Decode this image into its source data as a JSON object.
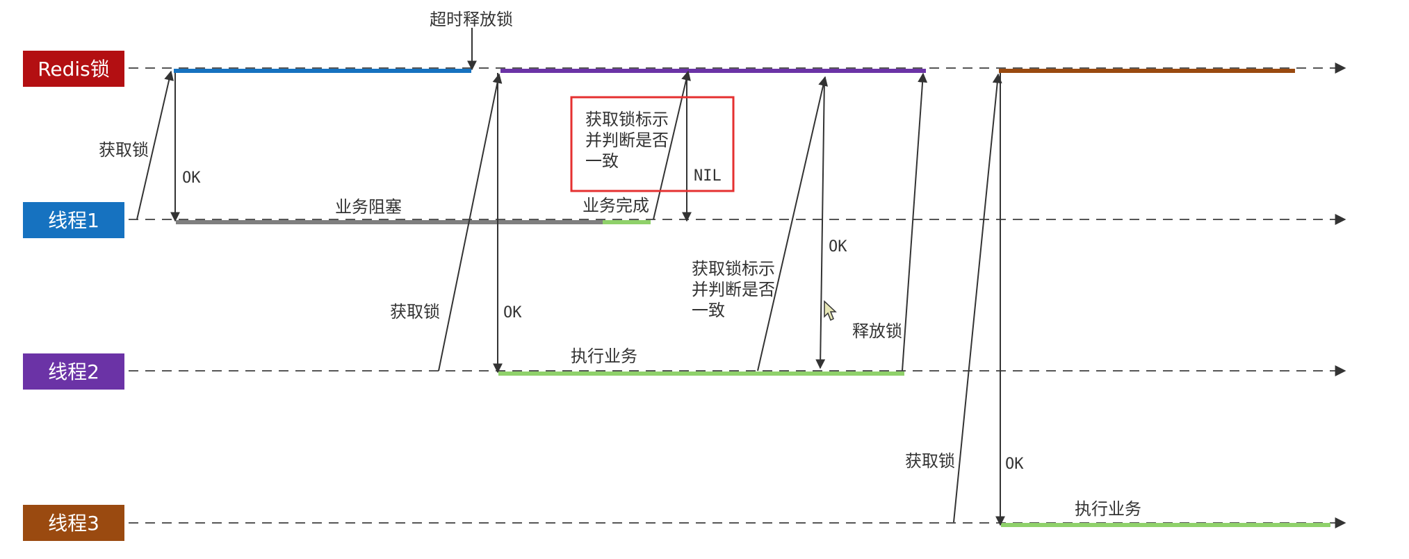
{
  "lanes": {
    "redis": {
      "label": "Redis锁",
      "color": "#b30f12"
    },
    "t1": {
      "label": "线程1",
      "color": "#1672c0"
    },
    "t2": {
      "label": "线程2",
      "color": "#6b33a6"
    },
    "t3": {
      "label": "线程3",
      "color": "#9a4a10"
    }
  },
  "colors": {
    "redis_hold_t1": "#1672c0",
    "redis_hold_t2": "#6b33a6",
    "redis_hold_t3": "#9a4a10",
    "blocked": "#7f7f7f",
    "working": "#8fd16a",
    "dash": "#555555",
    "arrow": "#333333",
    "highlight_box": "#e53030"
  },
  "labels": {
    "timeout_release": "超时释放锁",
    "t1_acquire": "获取锁",
    "t1_ok": "OK",
    "t1_blocked": "业务阻塞",
    "t1_done": "业务完成",
    "box_check_line1": "获取锁标示",
    "box_check_line2": "并判断是否",
    "box_check_line3": "一致",
    "nil": "NIL",
    "t2_acquire": "获取锁",
    "t2_ok": "OK",
    "t2_exec": "执行业务",
    "t2_check_line1": "获取锁标示",
    "t2_check_line2": "并判断是否",
    "t2_check_line3": "一致",
    "t2_check_ok": "OK",
    "t2_release": "释放锁",
    "t3_acquire": "获取锁",
    "t3_ok": "OK",
    "t3_exec": "执行业务"
  }
}
